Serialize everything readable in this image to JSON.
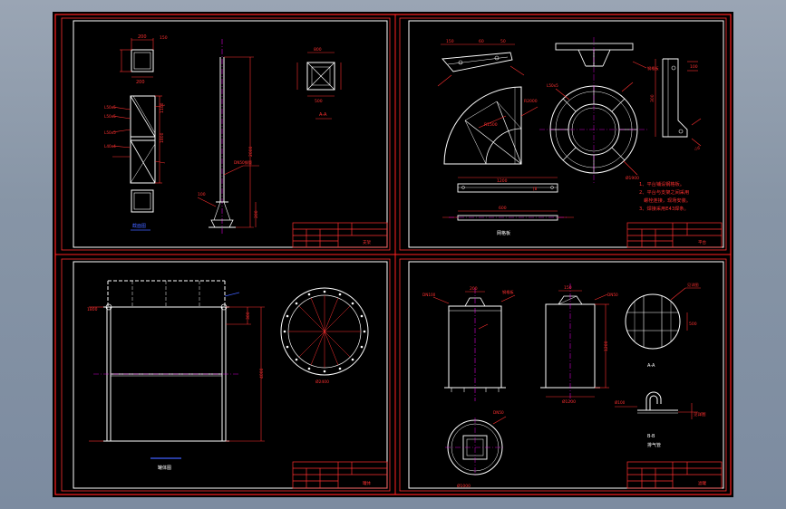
{
  "sheets": {
    "tl": {
      "caption": "截面图",
      "section_label": "A-A",
      "dimensions": [
        "200",
        "150",
        "200",
        "1800",
        "1100",
        "500",
        "2000",
        "800",
        "100",
        "200"
      ],
      "callouts": [
        "L50x5",
        "L50x5",
        "L50x5",
        "L40x4",
        "DN50钢管"
      ],
      "title_block": "支架"
    },
    "tr": {
      "caption": "网格板",
      "notes": [
        "1、平台铺设钢格板。",
        "2、平台与支架之间采用",
        "螺栓连接，现场安装。",
        "3、焊接采用E43焊条。"
      ],
      "dimensions": [
        "150",
        "60",
        "50",
        "R1500",
        "R2000",
        "1200",
        "600",
        "100",
        "300",
        "Ø1900"
      ],
      "callouts": [
        "钢格板",
        "[8",
        "L50x5",
        "△6"
      ],
      "title_block": "平台"
    },
    "bl": {
      "caption": "罐体图",
      "dimensions": [
        "1800",
        "4000",
        "300",
        "Ø2400"
      ],
      "title_block": "罐体"
    },
    "br": {
      "captions": [
        "A-A",
        "B-B",
        "排气管"
      ],
      "dimensions": [
        "200",
        "1000",
        "1200",
        "800",
        "Ø1200",
        "Ø1000",
        "Ø100",
        "500",
        "150"
      ],
      "callouts": [
        "DN100",
        "钢格板",
        "DN50",
        "见详图"
      ],
      "title_block": "滤罐"
    }
  },
  "colors": {
    "background": "#000000",
    "outer_border": "#ff2020",
    "frame": "#ffffff",
    "dimension": "#ff3030",
    "centerline": "#ff00ff",
    "section_line": "#4060ff",
    "title_block": "#ff3030"
  }
}
